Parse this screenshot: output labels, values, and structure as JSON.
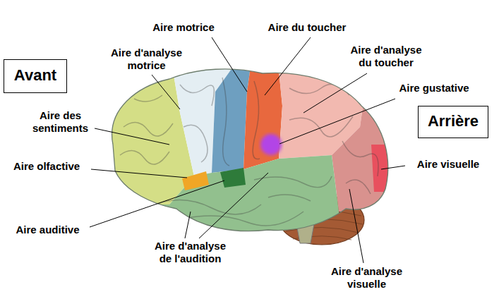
{
  "diagram": {
    "nodes": [
      {
        "text": [
          "Avant"
        ]
      },
      {
        "text": [
          "Arrière"
        ]
      }
    ],
    "labels": [
      "Aire motrice",
      "Aire du toucher",
      "Aire d'analyse motrice",
      "Aire d'analyse du toucher",
      "Aire des sentiments",
      "Aire gustative",
      "Aire olfactive",
      "Aire visuelle",
      "Aire auditive",
      "Aire d'analyse de l'audition",
      "Aire d'analyse visuelle"
    ]
  }
}
